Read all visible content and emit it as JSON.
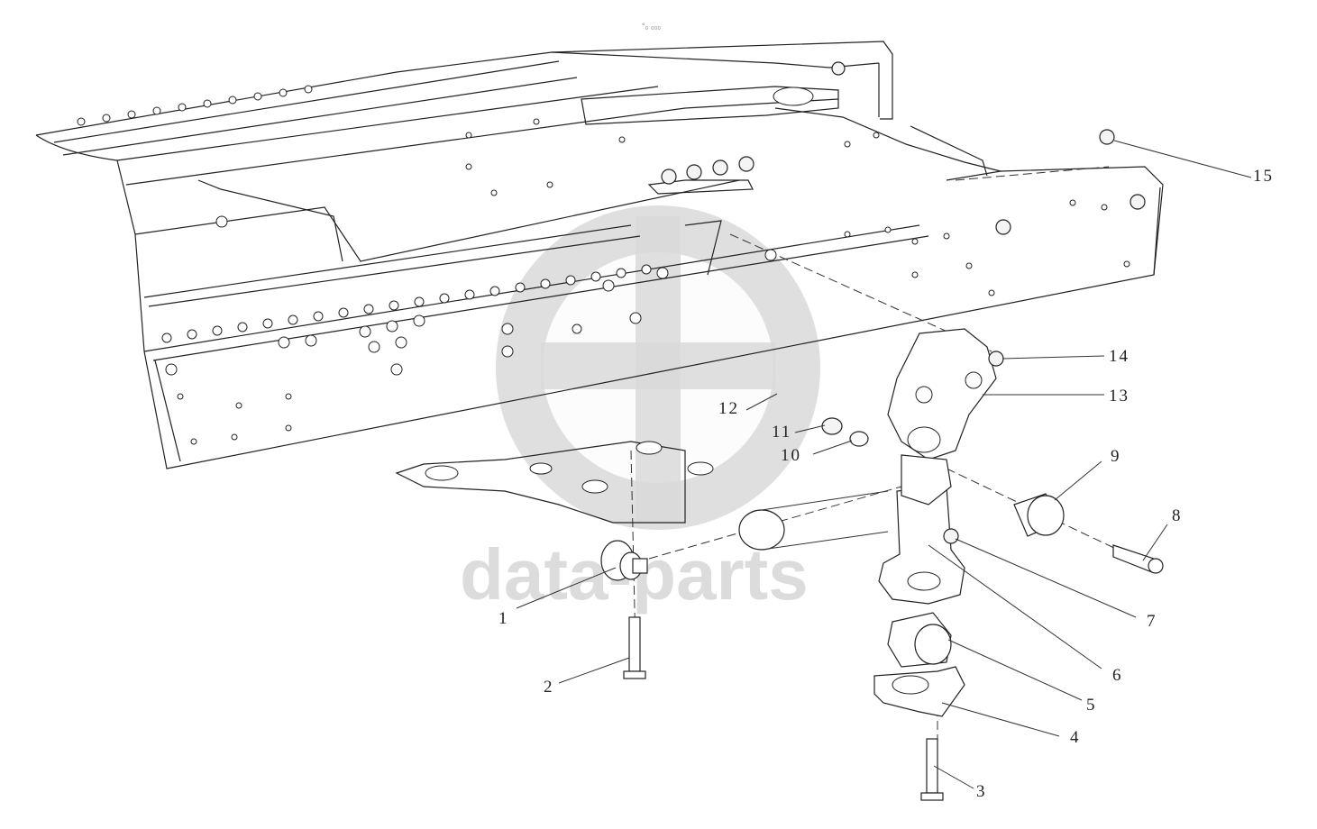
{
  "diagram": {
    "header_mark": "°₀ ₀₀₀",
    "watermark": {
      "text": "data-parts"
    },
    "callouts": [
      {
        "id": "c1",
        "label": "1"
      },
      {
        "id": "c2",
        "label": "2"
      },
      {
        "id": "c3",
        "label": "3"
      },
      {
        "id": "c4",
        "label": "4"
      },
      {
        "id": "c5",
        "label": "5"
      },
      {
        "id": "c6",
        "label": "6"
      },
      {
        "id": "c7",
        "label": "7"
      },
      {
        "id": "c8",
        "label": "8"
      },
      {
        "id": "c9",
        "label": "9"
      },
      {
        "id": "c10",
        "label": "10"
      },
      {
        "id": "c11",
        "label": "11"
      },
      {
        "id": "c12",
        "label": "12"
      },
      {
        "id": "c13",
        "label": "13"
      },
      {
        "id": "c14",
        "label": "14"
      },
      {
        "id": "c15",
        "label": "15"
      }
    ]
  }
}
